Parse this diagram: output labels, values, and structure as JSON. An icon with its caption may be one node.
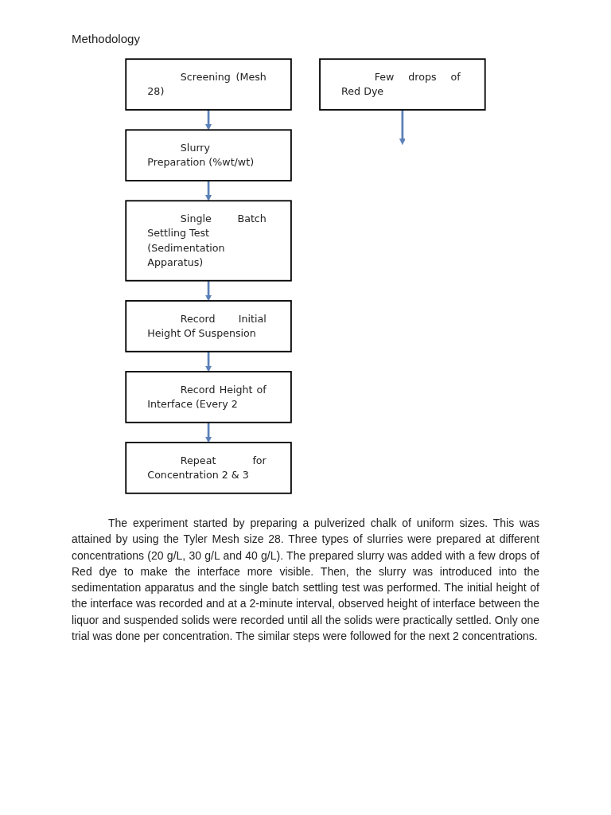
{
  "diagram": {
    "title": "Methodology",
    "nodes": [
      {
        "text": [
          "Few drops of Red Dye"
        ]
      },
      {
        "text": [
          "Screening (Mesh 28)"
        ]
      },
      {
        "text": [
          "Slurry Preparation (%wt/wt)"
        ]
      },
      {
        "text": [
          "Single Batch Settling Test",
          "(Sedimentation Apparatus)"
        ]
      },
      {
        "text": [
          "Record Initial Height Of Suspension"
        ]
      },
      {
        "text": [
          "Record Height of Interface (Every 2"
        ]
      },
      {
        "text": [
          "Repeat for Concentration 2 & 3"
        ]
      }
    ],
    "edges": [
      {
        "from": 0,
        "to": null,
        "arrow": "to"
      },
      {
        "from": 1,
        "to": 2,
        "arrow": "to"
      },
      {
        "from": 2,
        "to": 3,
        "arrow": "to"
      },
      {
        "from": 3,
        "to": 4,
        "arrow": "to"
      },
      {
        "from": 4,
        "to": 5,
        "arrow": "to"
      },
      {
        "from": 5,
        "to": 6,
        "arrow": "to"
      }
    ],
    "labels": [
      "The experiment started by preparing a pulverized chalk of uniform sizes. This was attained by using the Tyler Mesh size 28. Three types of slurries were prepared at different concentrations (20 g/L, 30 g/L and 40 g/L).  The prepared slurry was added with a few drops of Red dye to make the interface more visible. Then, the slurry was introduced into the sedimentation apparatus and the single batch settling test was performed. The initial height of the interface was recorded and at a 2-minute interval, observed height of interface between the liquor and suspended solids were recorded until all the solids were practically settled. Only one trial was done per concentration. The similar steps were followed for the next 2 concentrations."
    ]
  }
}
